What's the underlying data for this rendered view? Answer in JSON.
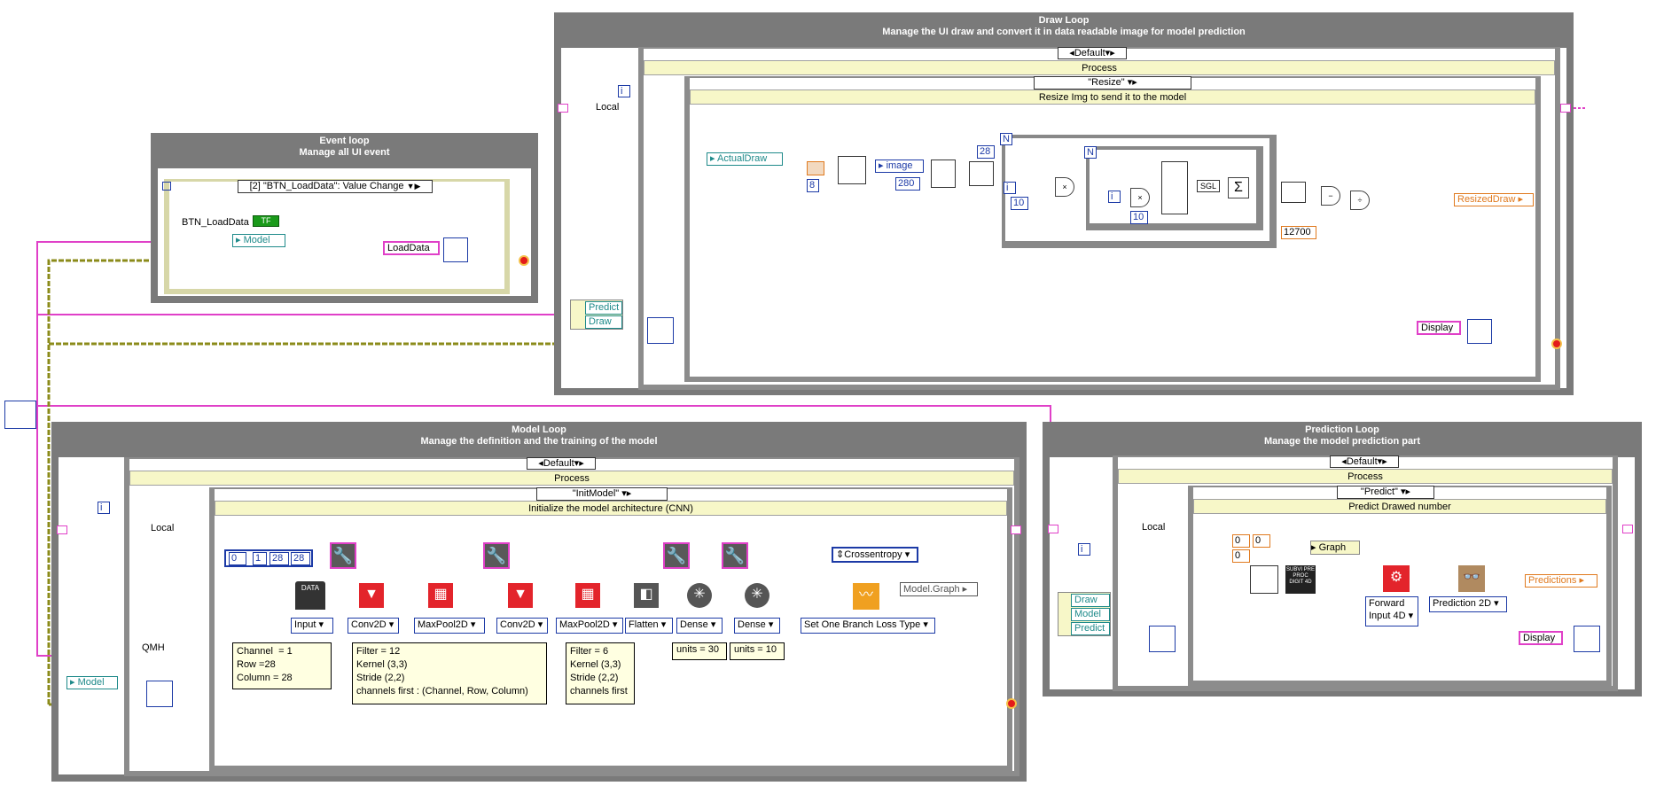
{
  "draw_loop": {
    "title": "Draw Loop",
    "subtitle": "Manage the UI draw and convert it in data readable image for model prediction",
    "outer_case": "Default",
    "outer_case_label": "Process",
    "inner_case": "\"Resize\"",
    "inner_case_label": "Resize Img to send it to the model",
    "local_label": "Local",
    "actual_draw": "ActualDraw",
    "image_label": "image",
    "const_8": "8",
    "const_280": "280",
    "const_28": "28",
    "const_10a": "10",
    "const_10b": "10",
    "const_12700": "12700",
    "n_label": "N",
    "i_label": "i",
    "sgl_label": "SGL",
    "resized_draw": "ResizedDraw",
    "predict_item": "Predict",
    "draw_item": "Draw",
    "display_label": "Display"
  },
  "event_loop": {
    "title": "Event loop",
    "subtitle": "Manage all UI event",
    "event_case": "[2] \"BTN_LoadData\": Value Change",
    "button_label": "BTN_LoadData",
    "tf_label": "TF",
    "model_label": "Model",
    "load_data": "LoadData"
  },
  "model_loop": {
    "title": "Model Loop",
    "subtitle": "Manage the definition and the training of the model",
    "outer_case": "Default",
    "outer_case_label": "Process",
    "inner_case": "\"InitModel\"",
    "inner_case_label": "Initialize the model architecture (CNN)",
    "local_label": "Local",
    "qmh_label": "QMH",
    "model_label": "Model",
    "shape_values": [
      "0",
      "1",
      "28",
      "28"
    ],
    "data_label": "DATA",
    "loss_label": "Crossentropy",
    "graph_label": "Model.Graph",
    "layers": [
      "Input",
      "Conv2D",
      "MaxPool2D",
      "Conv2D",
      "MaxPool2D",
      "Flatten",
      "Dense",
      "Dense",
      "Set One Branch Loss Type"
    ],
    "note_input": "Channel  = 1\nRow =28\nColumn = 28",
    "note_conv1": "Filter = 12\nKernel (3,3)\nStride (2,2)\nchannels first : (Channel, Row, Column)",
    "note_conv2": "Filter = 6\nKernel (3,3)\nStride (2,2)\nchannels first",
    "units_1": "units = 30",
    "units_2": "units = 10"
  },
  "prediction_loop": {
    "title": "Prediction Loop",
    "subtitle": "Manage the model prediction part",
    "outer_case": "Default",
    "outer_case_label": "Process",
    "inner_case": "\"Predict\"",
    "inner_case_label": "Predict Drawed number",
    "local_label": "Local",
    "draw_item": "Draw",
    "model_item": "Model",
    "predict_item": "Predict",
    "graph_label": "Graph",
    "zero_a": "0",
    "zero_b": "0",
    "zero_c": "0",
    "subvi_label": "SUBVI PRE PROC DIGIT 4D",
    "forward_label": "Forward Input 4D",
    "prediction_2d": "Prediction 2D",
    "predictions": "Predictions",
    "display_label": "Display"
  },
  "colors": {
    "loop_border": "#7a7a7a",
    "pink_wire": "#e040c8",
    "olive_wire": "#8b8b1a",
    "blue_wire": "#1c3aa6",
    "orange_wire": "#e07a1f",
    "teal_wire": "#1e8a8a",
    "case_bar": "#f7f7c8"
  }
}
